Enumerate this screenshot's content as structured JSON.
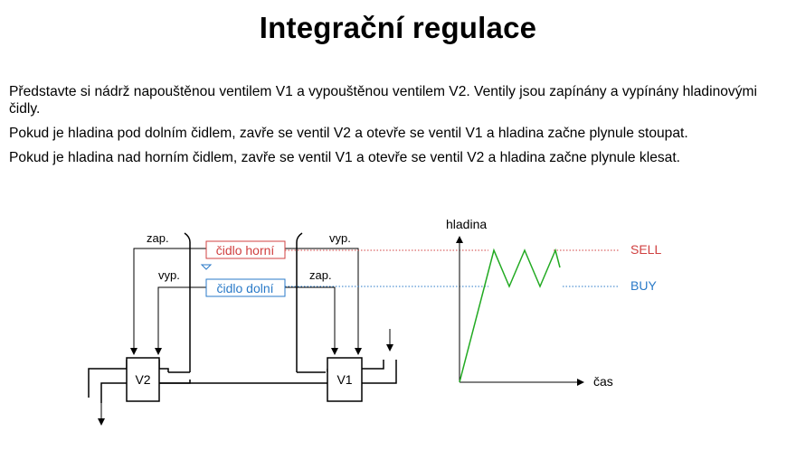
{
  "title": "Integrační regulace",
  "paragraphs": [
    "Představte si nádrž napouštěnou ventilem V1 a vypouštěnou ventilem V2. Ventily jsou zapínány a vypínány hladinovými čidly.",
    "Pokud je hladina pod dolním čidlem, zavře se ventil V2 a otevře se ventil V1 a hladina začne plynule stoupat.",
    "Pokud je hladina nad horním čidlem, zavře se ventil V1 a otevře se ventil V2 a hladina začne plynule klesat."
  ],
  "diagram": {
    "sensor_top": "čidlo horní",
    "sensor_bottom": "čidlo dolní",
    "left_top": "zap.",
    "left_bottom": "vyp.",
    "right_top": "vyp.",
    "right_bottom": "zap.",
    "valve_left": "V2",
    "valve_right": "V1"
  },
  "graph": {
    "y_label": "hladina",
    "x_label": "čas",
    "upper_level": "SELL",
    "lower_level": "BUY"
  },
  "colors": {
    "sensor_top": "#d04040",
    "sensor_bottom": "#2a7ac8",
    "level_line": "#22aa22"
  }
}
